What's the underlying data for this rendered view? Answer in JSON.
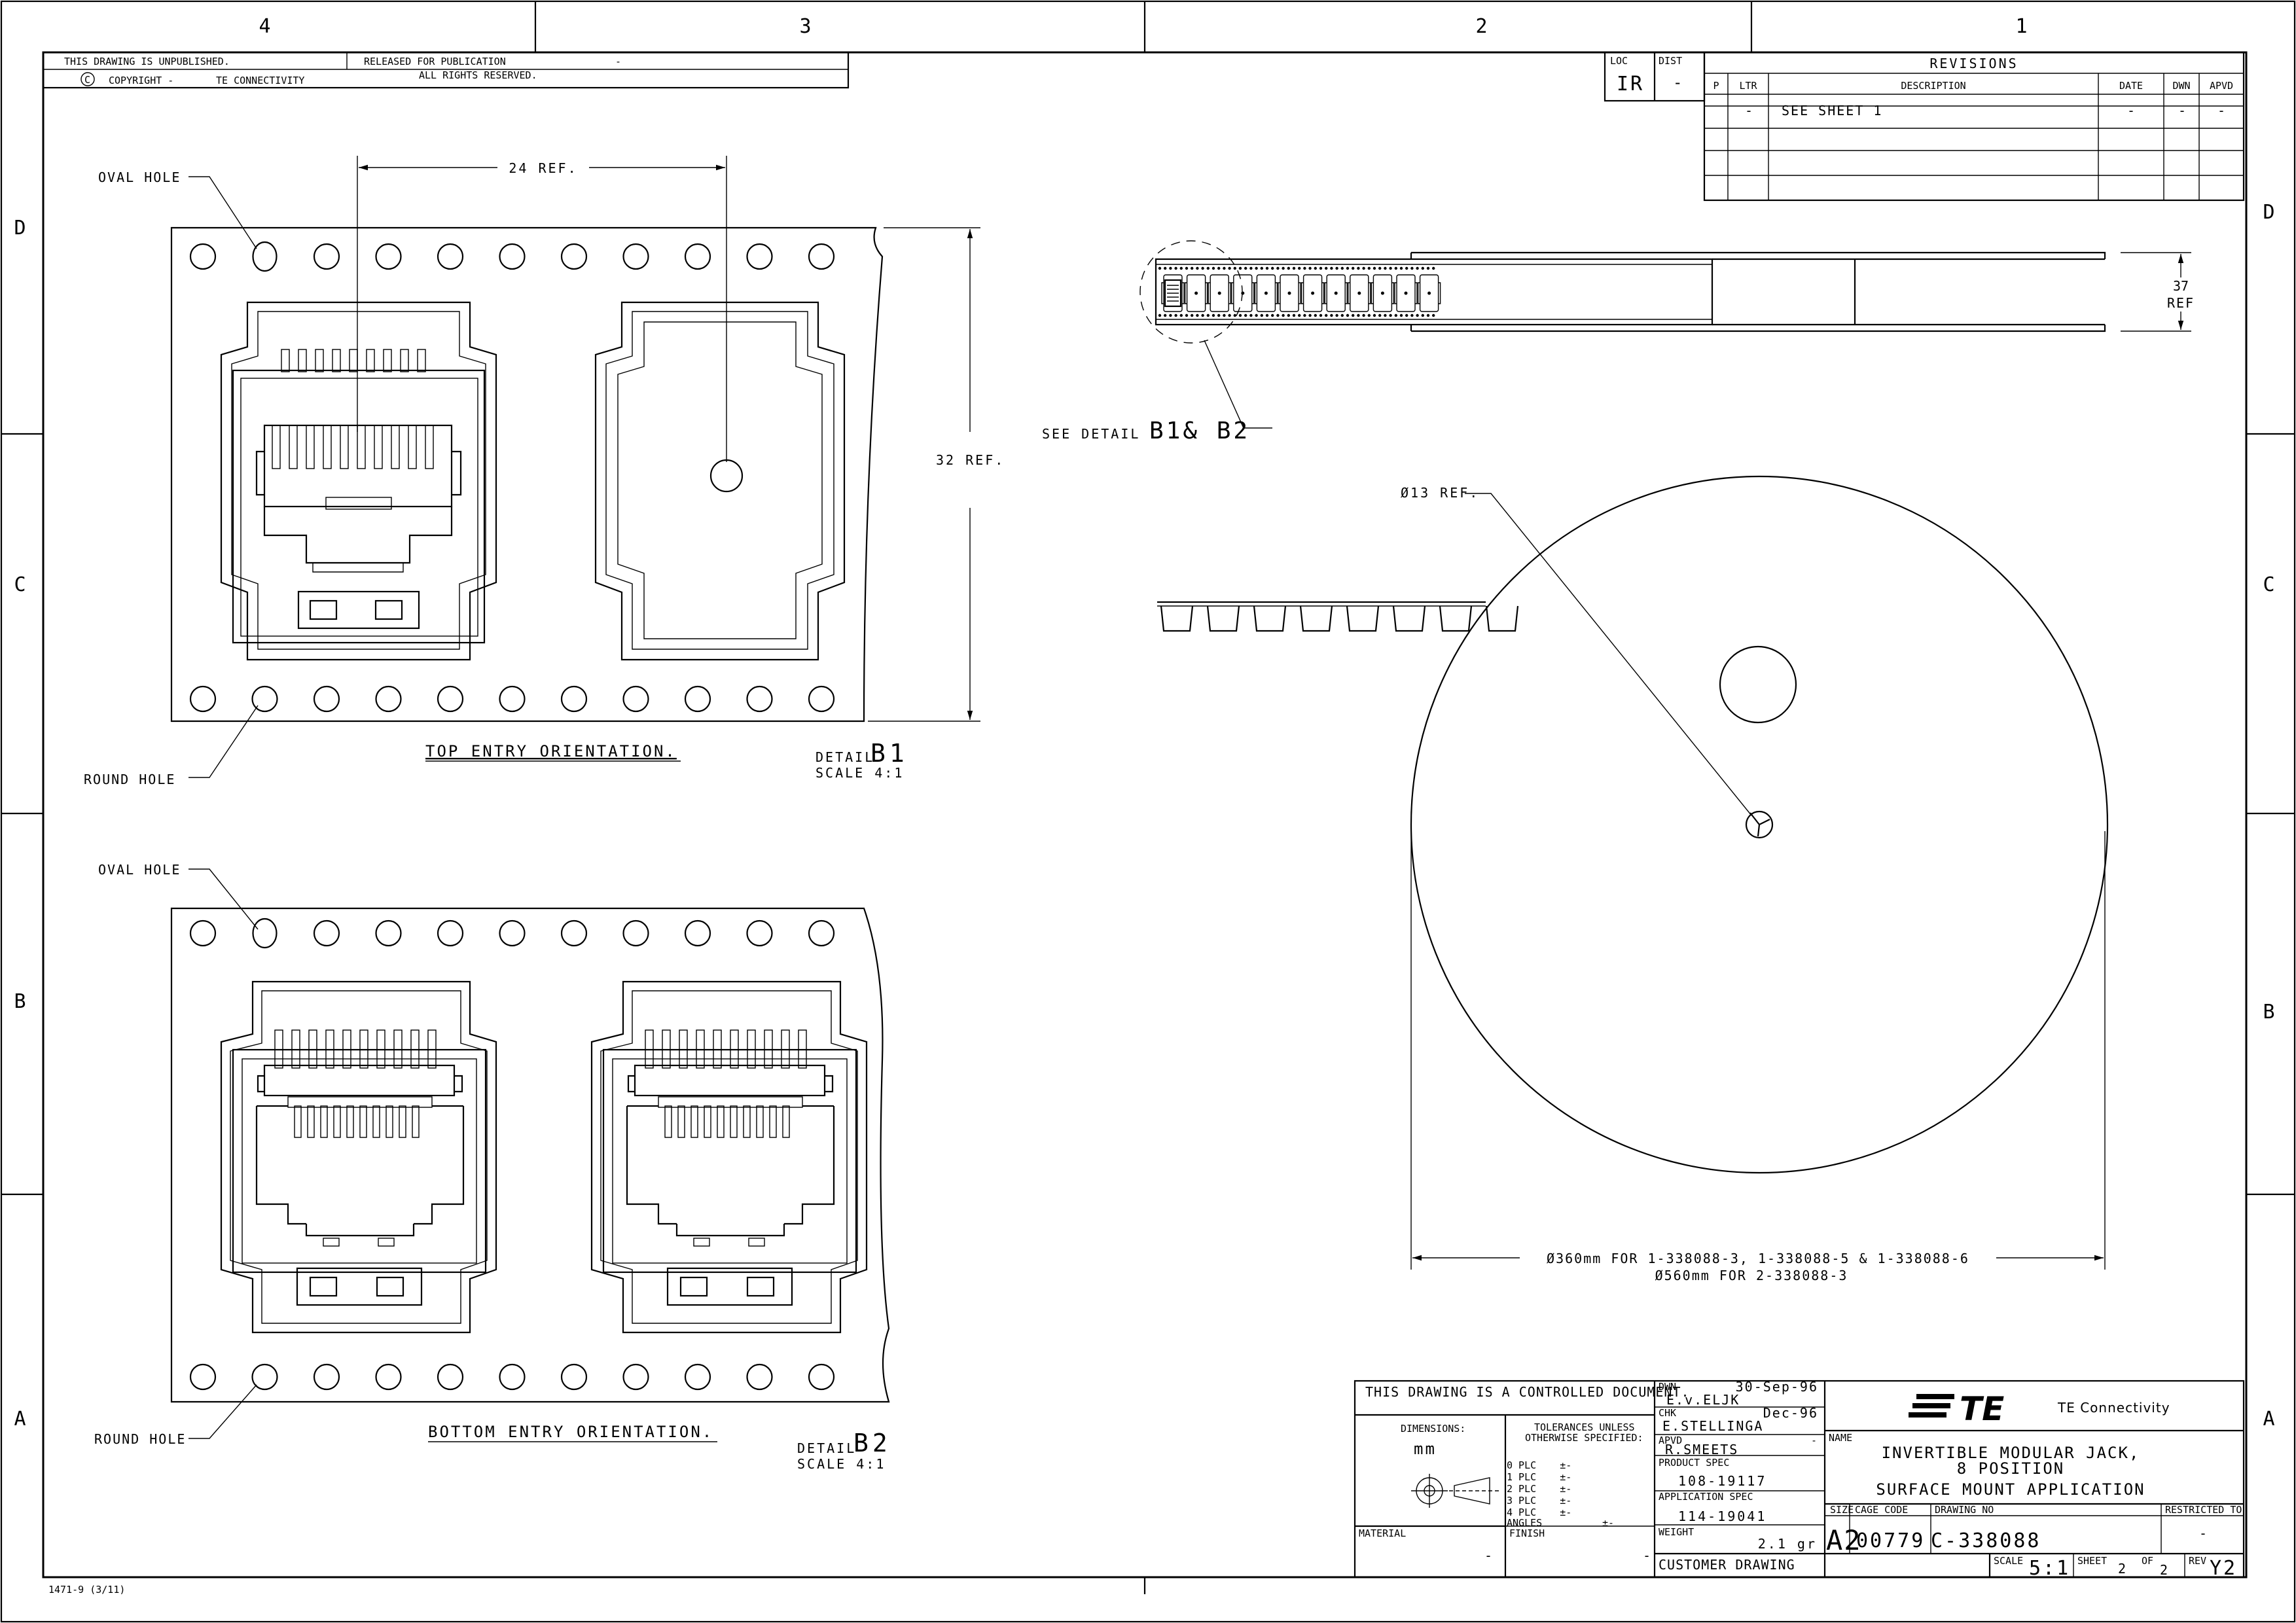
{
  "zones": {
    "columns": [
      "4",
      "3",
      "2",
      "1"
    ],
    "rows": [
      "D",
      "C",
      "B",
      "A"
    ]
  },
  "header": {
    "unpublished": "THIS DRAWING IS UNPUBLISHED.",
    "released": "RELEASED FOR PUBLICATION",
    "released_value": "-",
    "copyright": "COPYRIGHT -",
    "owner": "TE CONNECTIVITY",
    "rights": "ALL RIGHTS RESERVED."
  },
  "loc_dist": {
    "loc_label": "LOC",
    "loc_value": "IR",
    "dist_label": "DIST",
    "dist_value": "-"
  },
  "revisions": {
    "title": "REVISIONS",
    "columns": {
      "p": "P",
      "ltr": "LTR",
      "description": "DESCRIPTION",
      "date": "DATE",
      "dwn": "DWN",
      "apvd": "APVD"
    },
    "rows": [
      {
        "ltr": "-",
        "description": "SEE SHEET 1",
        "date": "-",
        "dwn": "-",
        "apvd": "-"
      }
    ]
  },
  "detail_b1": {
    "oval_hole": "OVAL HOLE",
    "round_hole": "ROUND HOLE",
    "dim_pitch": "24 REF.",
    "dim_width": "32 REF.",
    "orientation": "TOP ENTRY ORIENTATION.",
    "detail_word": "DETAIL",
    "detail_id": "B1",
    "scale": "SCALE  4:1"
  },
  "detail_b2": {
    "oval_hole": "OVAL HOLE",
    "round_hole": "ROUND HOLE",
    "orientation": "BOTTOM ENTRY ORIENTATION.",
    "detail_word": "DETAIL",
    "detail_id": "B2",
    "scale": "SCALE 4:1"
  },
  "reel": {
    "see_detail_text": "SEE DETAIL",
    "see_detail_ids": "B1& B2",
    "dim_37_a": "37",
    "dim_37_b": "REF",
    "hub": "Ø13 REF.",
    "diam_1": "Ø360mm FOR 1-338088-3, 1-338088-5 & 1-338088-6",
    "diam_2": "Ø560mm FOR 2-338088-3"
  },
  "title_block": {
    "controlled": "THIS DRAWING IS A CONTROLLED DOCUMENT.",
    "dimensions_label": "DIMENSIONS:",
    "dimensions_value": "mm",
    "tolerances_l1": "TOLERANCES UNLESS",
    "tolerances_l2": "OTHERWISE SPECIFIED:",
    "tol_rows": [
      "0 PLC    ±-",
      "1 PLC    ±-",
      "2 PLC    ±-",
      "3 PLC    ±-",
      "4 PLC    ±-"
    ],
    "angles": "ANGLES",
    "angles_value": "±-",
    "material_label": "MATERIAL",
    "material_value": "-",
    "finish_label": "FINISH",
    "finish_value": "-",
    "dwn_label": "DWN",
    "dwn_date": "30-Sep-96",
    "dwn_name": "E.v.ELJK",
    "chk_label": "CHK",
    "chk_date": "Dec-96",
    "chk_name": "E.STELLINGA",
    "apvd_label": "APVD",
    "apvd_date": "-",
    "apvd_name": "R.SMEETS",
    "product_spec_label": "PRODUCT SPEC",
    "product_spec": "108-19117",
    "app_spec_label": "APPLICATION SPEC",
    "app_spec": "114-19041",
    "weight_label": "WEIGHT",
    "weight": "2.1 gr",
    "customer_drawing": "CUSTOMER DRAWING",
    "logo": "TE",
    "company": "TE Connectivity",
    "name_label": "NAME",
    "name_l1": "INVERTIBLE MODULAR JACK,",
    "name_l2": "8 POSITION",
    "name_l3": "SURFACE MOUNT APPLICATION",
    "size_label": "SIZE",
    "size": "A2",
    "cage_label": "CAGE CODE",
    "cage": "00779",
    "drawing_no_label": "DRAWING NO",
    "drawing_no": "C-338088",
    "restricted_label": "RESTRICTED TO",
    "restricted_value": "-",
    "scale_label": "SCALE",
    "scale": "5:1",
    "sheet_label": "SHEET",
    "sheet": "2",
    "of_label": "OF",
    "of": "2",
    "rev_label": "REV",
    "rev": "Y2"
  },
  "form_code": "1471-9 (3/11)"
}
